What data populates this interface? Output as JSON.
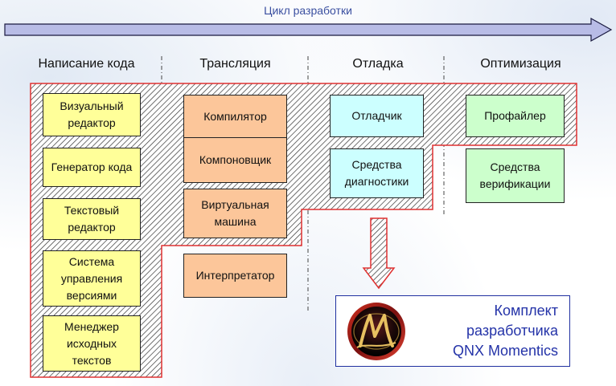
{
  "header": {
    "cycle_label": "Цикл разработки"
  },
  "stages": [
    "Написание кода",
    "Трансляция",
    "Отладка",
    "Оптимизация"
  ],
  "boxes": {
    "visual_editor": "Визуальный редактор",
    "code_generator": "Генератор кода",
    "text_editor": "Текстовый редактор",
    "version_control": "Система управления версиями",
    "source_manager": "Менеджер исходных текстов",
    "compiler": "Компилятор",
    "linker": "Компоновщик",
    "virtual_machine": "Виртуальная машина",
    "interpreter": "Интерпретатор",
    "debugger": "Отладчик",
    "diagnostics": "Средства диагностики",
    "profiler": "Профайлер",
    "verification": "Средства верификации"
  },
  "qnx": {
    "line1": "Комплект",
    "line2": "разработчика",
    "line3": "QNX Momentics"
  },
  "colors": {
    "hatch_border": "#e03030",
    "arrow_fill": "#b8bce6",
    "yellow": "#ffff99",
    "orange": "#fcc69a",
    "cyan": "#ccffff",
    "green": "#ccffcc",
    "qnx_text": "#2433a8"
  }
}
